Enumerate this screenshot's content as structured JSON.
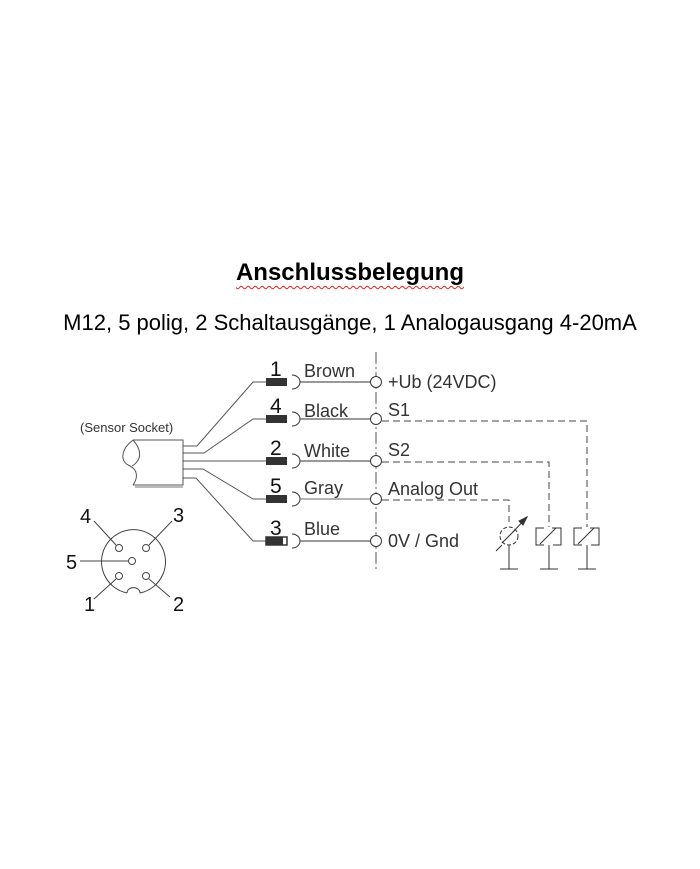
{
  "header": {
    "title": "Anschlussbelegung",
    "subtitle": "M12, 5 polig, 2 Schaltausgänge, 1 Analogausgang 4-20mA"
  },
  "diagram": {
    "cable_label": "(Sensor Socket)",
    "wires": [
      {
        "pin": "1",
        "color": "Brown",
        "signal": "+Ub (24VDC)"
      },
      {
        "pin": "4",
        "color": "Black",
        "signal": "S1"
      },
      {
        "pin": "2",
        "color": "White",
        "signal": "S2"
      },
      {
        "pin": "5",
        "color": "Gray",
        "signal": "Analog Out"
      },
      {
        "pin": "3",
        "color": "Blue",
        "signal": "0V / Gnd"
      }
    ],
    "connector_pins": {
      "top_left": "4",
      "top_right": "3",
      "middle": "5",
      "bottom_left": "1",
      "bottom_right": "2"
    },
    "loads": [
      "analog-meter",
      "relay-s2",
      "relay-s1"
    ]
  }
}
